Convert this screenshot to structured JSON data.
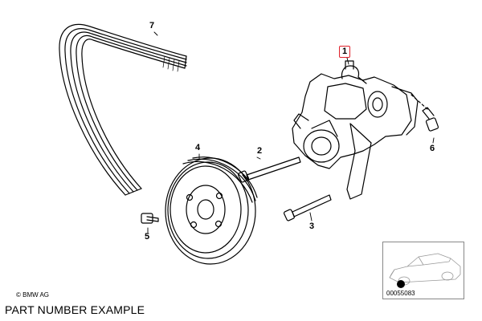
{
  "callouts": {
    "pump": "1",
    "bolt_long": "2",
    "bolt_short": "3",
    "pulley": "4",
    "pulley_bolt": "5",
    "flange_bolt": "6",
    "belt": "7"
  },
  "copyright": "© BMW AG",
  "caption": "PART NUMBER EXAMPLE",
  "inset_code": "00055083",
  "colors": {
    "line": "#000000",
    "highlight_box": "#e0202a",
    "inset_border": "#888888"
  }
}
